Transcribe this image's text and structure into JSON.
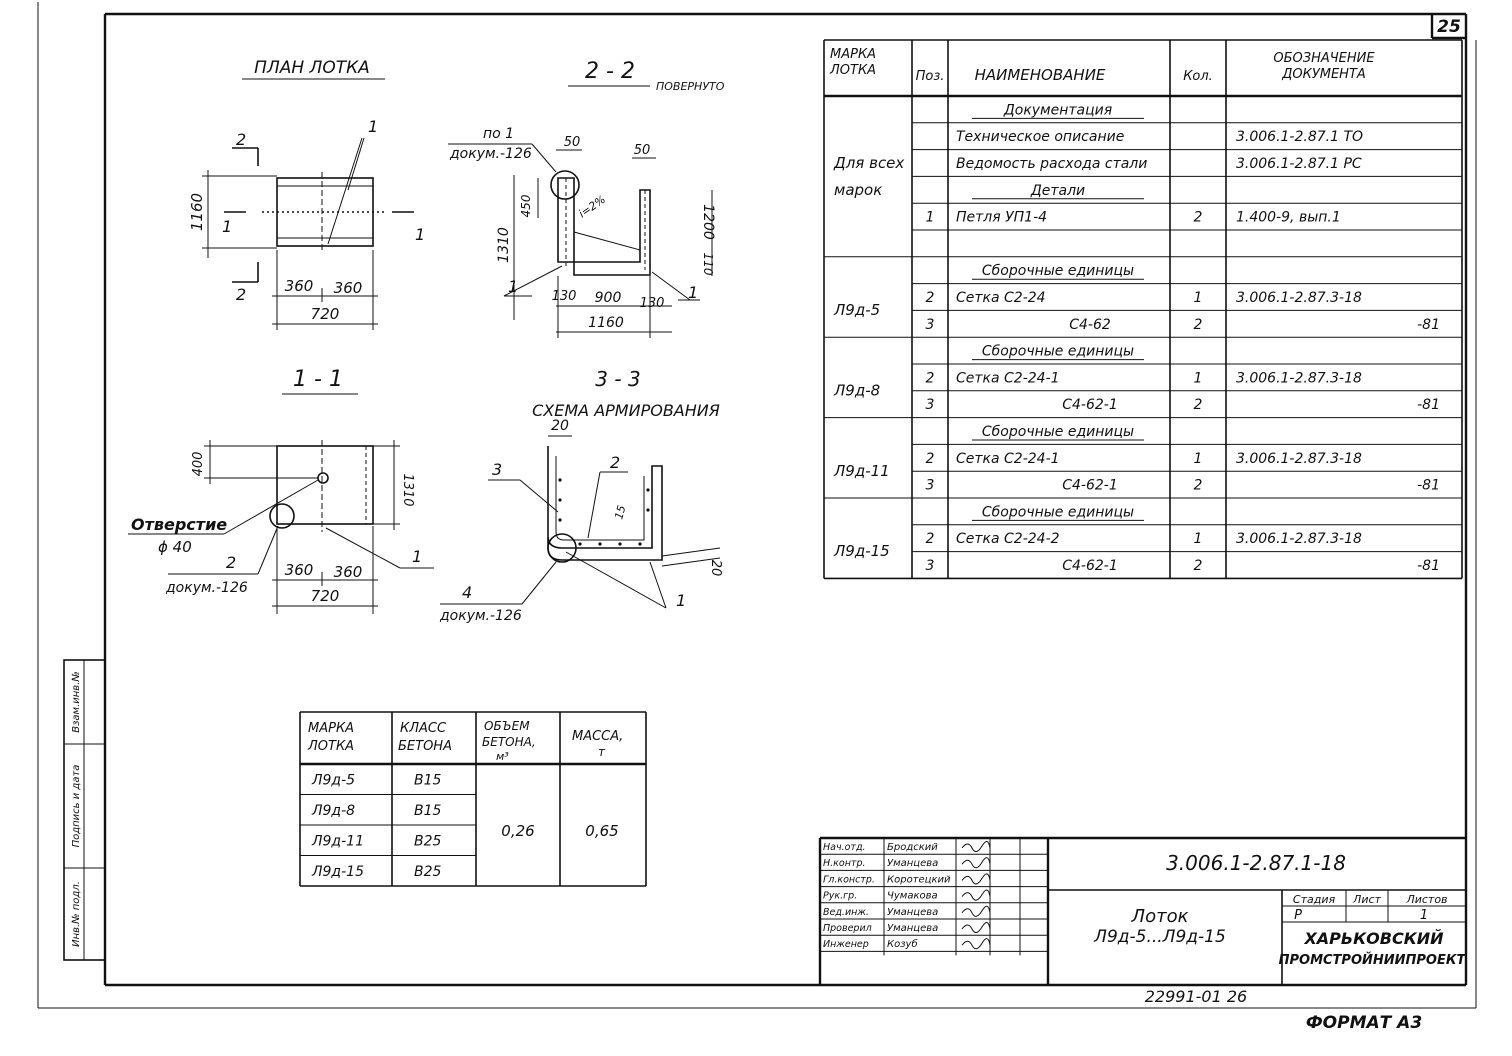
{
  "page_number": "25",
  "views": {
    "plan": {
      "title": "ПЛАН ЛОТКА",
      "section_mark_top": "2",
      "section_mark_bottom": "2",
      "section_left": "1",
      "section_right": "1",
      "leader_label": "1",
      "dim_height": "1160",
      "dim_left": "360",
      "dim_right": "360",
      "dim_total": "720"
    },
    "section22": {
      "title": "2 - 2",
      "subtitle": "ПОВЕРНУТО",
      "ref_line1": "по 1",
      "ref_line2": "докум.-126",
      "dim_50a": "50",
      "dim_50b": "50",
      "dim_450": "450",
      "dim_1310": "1310",
      "dim_1200": "1200",
      "dim_110": "110",
      "dim_130a": "130",
      "dim_900": "900",
      "dim_130b": "130",
      "dim_1160": "1160",
      "slope": "i=2%",
      "label_left": "1",
      "label_right": "1"
    },
    "section11": {
      "title": "1 - 1",
      "hole_label": "Отверстие",
      "hole_dia": "ϕ 40",
      "ref_num": "2",
      "ref_doc": "докум.-126",
      "label_right": "1",
      "dim_400": "400",
      "dim_1310": "1310",
      "dim_left": "360",
      "dim_right": "360",
      "dim_total": "720"
    },
    "section33": {
      "title": "3 - 3",
      "subtitle": "СХЕМА АРМИРОВАНИЯ",
      "dim_20a": "20",
      "dim_20b": "20",
      "dim_15": "15",
      "label_3": "3",
      "label_2": "2",
      "label_1": "1",
      "ref_num": "4",
      "ref_doc": "докум.-126"
    }
  },
  "spec_table": {
    "headers": {
      "mark": [
        "МАРКА",
        "ЛОТКА"
      ],
      "pos": "Поз.",
      "name": "НАИМЕНОВАНИЕ",
      "qty": "Кол.",
      "doc": [
        "ОБОЗНАЧЕНИЕ",
        "ДОКУМЕНТА"
      ]
    },
    "rows": [
      {
        "mark": "",
        "pos": "",
        "name": "Документация",
        "qty": "",
        "doc": "",
        "underline": true
      },
      {
        "mark": "",
        "pos": "",
        "name": "Техническое описание",
        "qty": "",
        "doc": "3.006.1-2.87.1   ТО",
        "underline": false
      },
      {
        "mark": "Для всех",
        "pos": "",
        "name": "Ведомость расхода стали",
        "qty": "",
        "doc": "3.006.1-2.87.1   РС",
        "underline": false
      },
      {
        "mark": "марок",
        "pos": "",
        "name": "Детали",
        "qty": "",
        "doc": "",
        "underline": true
      },
      {
        "mark": "",
        "pos": "1",
        "name": "Петля  УП1-4",
        "qty": "2",
        "doc": "1.400-9,  вып.1",
        "underline": false
      },
      {
        "mark": "",
        "pos": "",
        "name": "",
        "qty": "",
        "doc": "",
        "underline": false
      },
      {
        "mark": "",
        "pos": "",
        "name": "Сборочные единицы",
        "qty": "",
        "doc": "",
        "underline": true
      },
      {
        "mark": "Л9д-5",
        "pos": "2",
        "name": "Сетка   С2-24",
        "qty": "1",
        "doc": "3.006.1-2.87.3-18",
        "underline": false
      },
      {
        "mark": "",
        "pos": "3",
        "name": "С4-62",
        "qty": "2",
        "doc": "-81",
        "underline": false
      },
      {
        "mark": "",
        "pos": "",
        "name": "Сборочные единицы",
        "qty": "",
        "doc": "",
        "underline": true
      },
      {
        "mark": "Л9д-8",
        "pos": "2",
        "name": "Сетка   С2-24-1",
        "qty": "1",
        "doc": "3.006.1-2.87.3-18",
        "underline": false
      },
      {
        "mark": "",
        "pos": "3",
        "name": "С4-62-1",
        "qty": "2",
        "doc": "-81",
        "underline": false
      },
      {
        "mark": "",
        "pos": "",
        "name": "Сборочные единицы",
        "qty": "",
        "doc": "",
        "underline": true
      },
      {
        "mark": "Л9д-11",
        "pos": "2",
        "name": "Сетка   С2-24-1",
        "qty": "1",
        "doc": "3.006.1-2.87.3-18",
        "underline": false
      },
      {
        "mark": "",
        "pos": "3",
        "name": "С4-62-1",
        "qty": "2",
        "doc": "-81",
        "underline": false
      },
      {
        "mark": "",
        "pos": "",
        "name": "Сборочные единицы",
        "qty": "",
        "doc": "",
        "underline": true
      },
      {
        "mark": "Л9д-15",
        "pos": "2",
        "name": "Сетка   С2-24-2",
        "qty": "1",
        "doc": "3.006.1-2.87.3-18",
        "underline": false
      },
      {
        "mark": "",
        "pos": "3",
        "name": "С4-62-1",
        "qty": "2",
        "doc": "-81",
        "underline": false
      }
    ]
  },
  "concrete_table": {
    "headers": {
      "mark": [
        "МАРКА",
        "ЛОТКА"
      ],
      "class": [
        "КЛАСС",
        "БЕТОНА"
      ],
      "volume": [
        "ОБЪЕМ",
        "БЕТОНА,",
        "м³"
      ],
      "mass": [
        "МАССА,",
        "т"
      ]
    },
    "rows": [
      {
        "mark": "Л9д-5",
        "class": "В15"
      },
      {
        "mark": "Л9д-8",
        "class": "В15"
      },
      {
        "mark": "Л9д-11",
        "class": "В25"
      },
      {
        "mark": "Л9д-15",
        "class": "В25"
      }
    ],
    "volume": "0,26",
    "mass": "0,65"
  },
  "side_stamp": {
    "col1": "Инв.№ подл.",
    "col2": "Подпись и дата",
    "col3": "Взам.инв.№"
  },
  "title_block": {
    "people": [
      {
        "role": "Нач.отд.",
        "name": "Бродский"
      },
      {
        "role": "Н.контр.",
        "name": "Уманцева"
      },
      {
        "role": "Гл.констр.",
        "name": "Коротецкий"
      },
      {
        "role": "Рук.гр.",
        "name": "Чумакова"
      },
      {
        "role": "Вед.инж.",
        "name": "Уманцева"
      },
      {
        "role": "Проверил",
        "name": "Уманцева"
      },
      {
        "role": "Инженер",
        "name": "Козуб"
      }
    ],
    "designation": "3.006.1-2.87.1-18",
    "item_title": "Лоток",
    "item_range": "Л9д-5...Л9д-15",
    "stage_header": "Стадия",
    "sheet_header": "Лист",
    "sheets_header": "Листов",
    "stage": "Р",
    "sheets": "1",
    "org_line1": "ХАРЬКОВСКИЙ",
    "org_line2": "ПРОМСТРОЙНИИПРОЕКТ"
  },
  "archive_number": "22991-01   26",
  "format": "ФОРМАТ А3"
}
